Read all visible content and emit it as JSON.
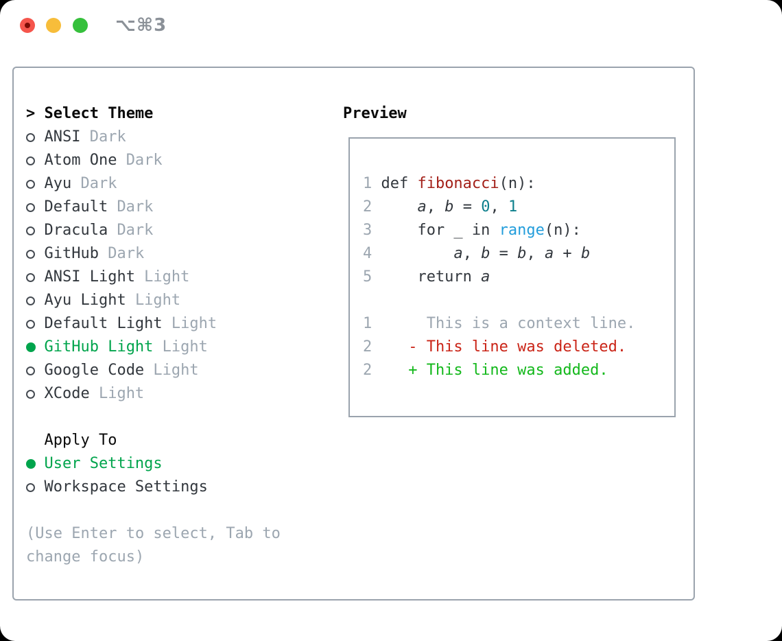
{
  "window": {
    "title": "⌥⌘3",
    "buttons": [
      "close",
      "minimize",
      "zoom"
    ]
  },
  "colors": {
    "accent_green": "#00a44c",
    "text_dark": "#32373d",
    "text_black": "#0a0a0a",
    "muted_gray": "#9ca6b0",
    "border_gray": "#9aa3ad",
    "code_function_red": "#a32019",
    "code_number_teal": "#0c7f8c",
    "code_builtin_blue": "#229ddb",
    "diff_deleted_red": "#ca2417",
    "diff_added_green": "#13b81b",
    "titlebar_text_gray": "#8b9198",
    "traffic_red": "#f5554c",
    "traffic_red_dot": "#7d0b04",
    "traffic_yellow": "#f7bd3a",
    "traffic_green": "#36c03c"
  },
  "theme_picker": {
    "header_marker": ">",
    "header": "Select Theme",
    "themes": [
      {
        "name": "ANSI",
        "tag": "Dark",
        "selected": false
      },
      {
        "name": "Atom One",
        "tag": "Dark",
        "selected": false
      },
      {
        "name": "Ayu",
        "tag": "Dark",
        "selected": false
      },
      {
        "name": "Default",
        "tag": "Dark",
        "selected": false
      },
      {
        "name": "Dracula",
        "tag": "Dark",
        "selected": false
      },
      {
        "name": "GitHub",
        "tag": "Dark",
        "selected": false
      },
      {
        "name": "ANSI Light",
        "tag": "Light",
        "selected": false
      },
      {
        "name": "Ayu Light",
        "tag": "Light",
        "selected": false
      },
      {
        "name": "Default Light",
        "tag": "Light",
        "selected": false
      },
      {
        "name": "GitHub Light",
        "tag": "Light",
        "selected": true
      },
      {
        "name": "Google Code",
        "tag": "Light",
        "selected": false
      },
      {
        "name": "XCode",
        "tag": "Light",
        "selected": false
      }
    ]
  },
  "apply_to": {
    "header": "Apply To",
    "options": [
      {
        "name": "User Settings",
        "selected": true
      },
      {
        "name": "Workspace Settings",
        "selected": false
      }
    ]
  },
  "help": {
    "lines": [
      "(Use Enter to select, Tab to",
      "change focus)"
    ]
  },
  "preview": {
    "header": "Preview",
    "code_lines": [
      {
        "num": "1",
        "tokens": [
          [
            "def ",
            "plain"
          ],
          [
            "fibonacci",
            "func"
          ],
          [
            "(n):",
            "plain"
          ]
        ]
      },
      {
        "num": "2",
        "tokens": [
          [
            "    ",
            "plain"
          ],
          [
            "a",
            "var"
          ],
          [
            ", ",
            "plain"
          ],
          [
            "b",
            "var"
          ],
          [
            " = ",
            "plain"
          ],
          [
            "0",
            "number"
          ],
          [
            ", ",
            "plain"
          ],
          [
            "1",
            "number"
          ]
        ]
      },
      {
        "num": "3",
        "tokens": [
          [
            "    for _ in ",
            "plain"
          ],
          [
            "range",
            "builtin"
          ],
          [
            "(n):",
            "plain"
          ]
        ]
      },
      {
        "num": "4",
        "tokens": [
          [
            "        ",
            "plain"
          ],
          [
            "a",
            "var"
          ],
          [
            ", ",
            "plain"
          ],
          [
            "b",
            "var"
          ],
          [
            " = ",
            "plain"
          ],
          [
            "b",
            "var"
          ],
          [
            ", ",
            "plain"
          ],
          [
            "a",
            "var"
          ],
          [
            " + ",
            "plain"
          ],
          [
            "b",
            "var"
          ]
        ]
      },
      {
        "num": "5",
        "tokens": [
          [
            "    return ",
            "plain"
          ],
          [
            "a",
            "var"
          ]
        ]
      },
      {
        "num": "",
        "tokens": []
      },
      {
        "num": "1",
        "tokens": [
          [
            "     This is a context line.",
            "context"
          ]
        ]
      },
      {
        "num": "2",
        "tokens": [
          [
            "   - This line was deleted.",
            "deleted"
          ]
        ]
      },
      {
        "num": "2",
        "tokens": [
          [
            "   + This line was added.",
            "added"
          ]
        ]
      }
    ]
  }
}
